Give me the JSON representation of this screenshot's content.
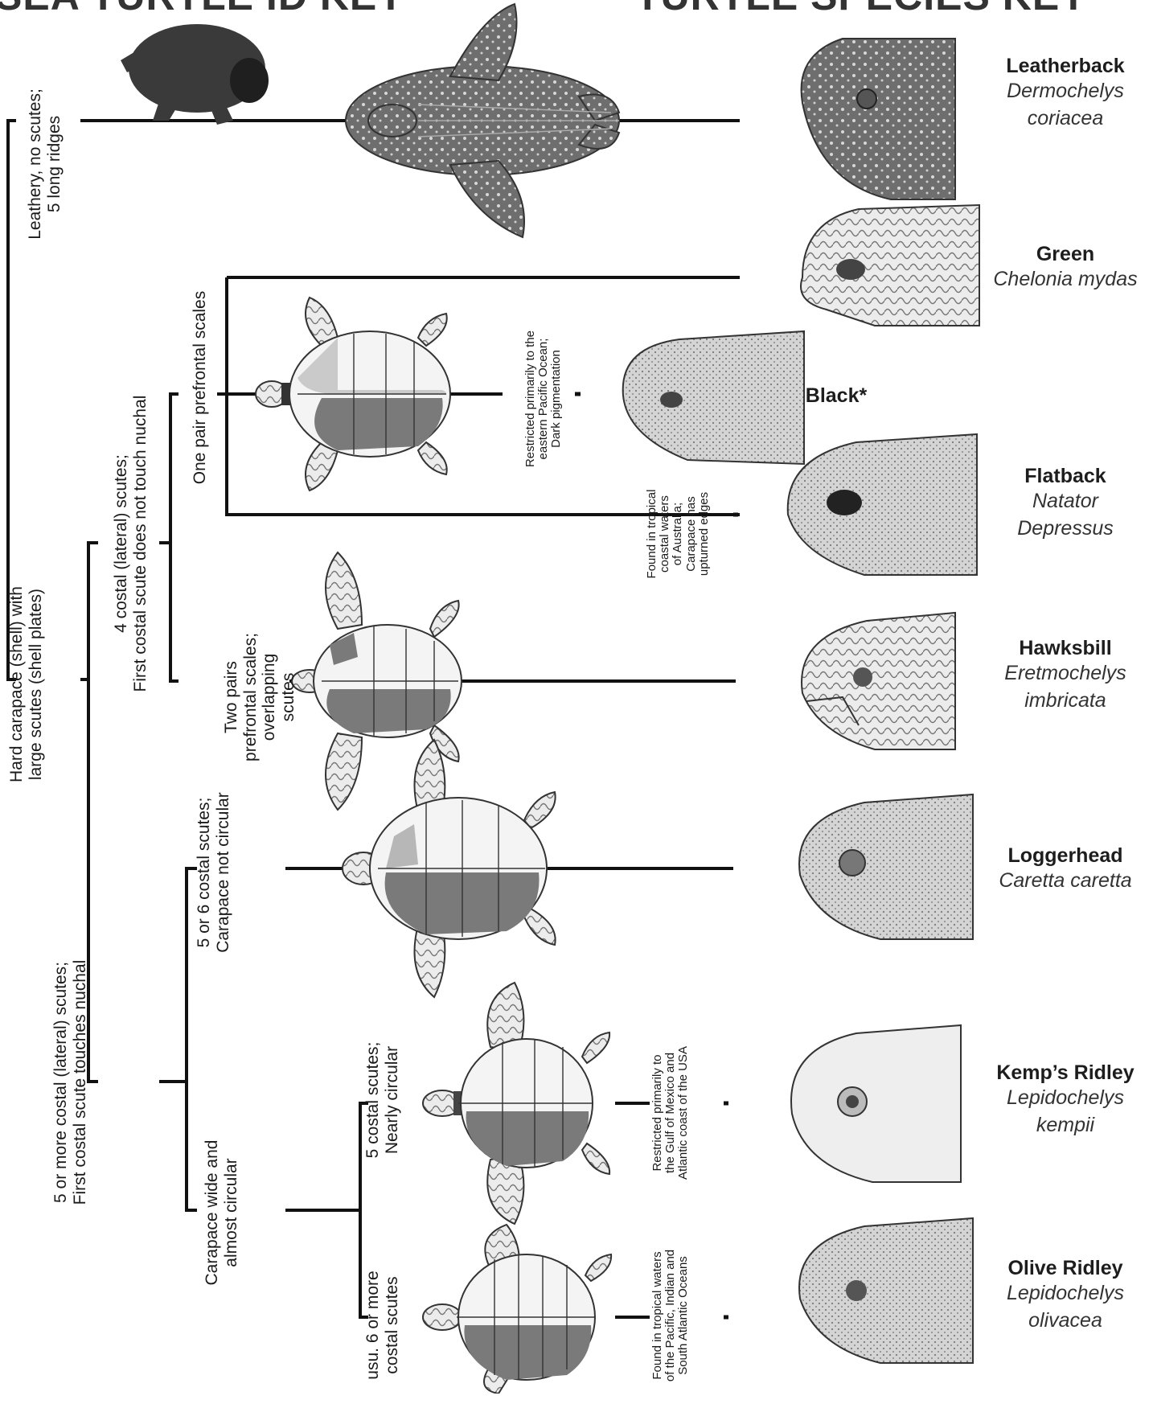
{
  "header": {
    "title_left": "SEA TURTLE ID KEY",
    "title_right": "TURTLE SPECIES KEY"
  },
  "branches": {
    "leathery": "Leathery, no scutes;\n5 long ridges",
    "hard": "Hard carapace (shell) with\nlarge scutes (shell plates)",
    "four_costal": "4 costal (lateral) scutes;\nFirst costal scute does not touch nuchal",
    "one_pair": "One pair prefrontal scales",
    "two_pairs": "Two pairs\nprefrontal scales;\noverlapping\nscutes",
    "five_more": "5 or more costal (lateral) scutes;\nFirst costal scute touches nuchal",
    "five_six": "5 or 6 costal scutes;\nCarapace not circular",
    "wide": "Carapace wide and\nalmost circular",
    "five_costal": "5 costal scutes;\nNearly circular",
    "six_more": "usu. 6 or more\ncostal scutes"
  },
  "notes": {
    "black": "Restricted primarily to the\neastern Pacific Ocean;\nDark pigmentation",
    "flatback": "Found in tropical\ncoastal waters\nof Australia;\nCarapace has\nupturned edges",
    "kemps": "Restricted primarily to\nthe Gulf of Mexico and\nAtlantic coast of the USA",
    "olive": "Found in tropical waters\nof the Pacific, Indian and\nSouth Atlantic Oceans"
  },
  "species": [
    {
      "common": "Leatherback",
      "scientific": "Dermochelys\ncoriacea"
    },
    {
      "common": "Green",
      "scientific": "Chelonia mydas"
    },
    {
      "common": "Black*",
      "scientific": ""
    },
    {
      "common": "Flatback",
      "scientific": "Natator\nDepressus"
    },
    {
      "common": "Hawksbill",
      "scientific": "Eretmochelys\nimbricata"
    },
    {
      "common": "Loggerhead",
      "scientific": "Caretta caretta"
    },
    {
      "common": "Kemp’s Ridley",
      "scientific": "Lepidochelys\nkempii"
    },
    {
      "common": "Olive Ridley",
      "scientific": "Lepidochelys\nolivacea"
    }
  ],
  "colors": {
    "line": "#111111",
    "shell_dark": "#7a7a7a",
    "shell_light": "#f4f4f4",
    "leatherback": "#6e6e6e",
    "head_fill": "#e9e9e9",
    "head_dark": "#5a5a5a"
  }
}
